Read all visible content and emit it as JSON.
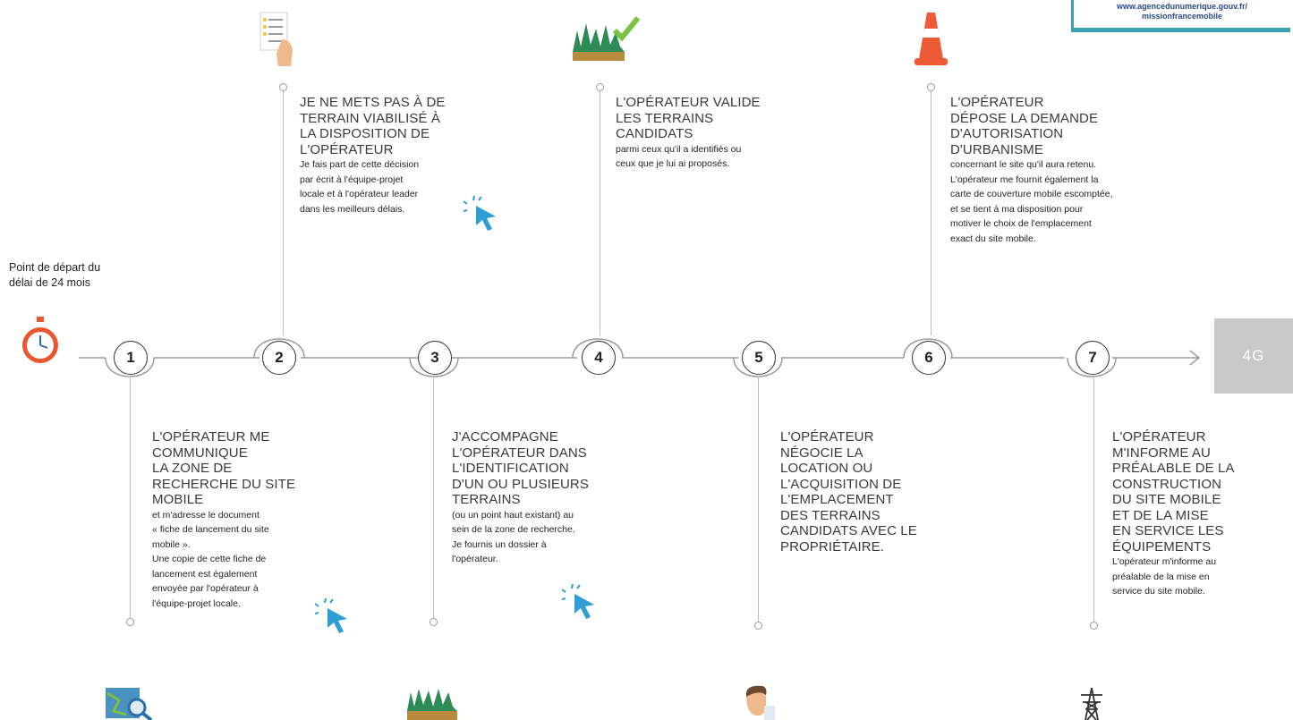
{
  "header": {
    "url_line1": "www.agencedunumerique.gouv.fr/",
    "url_line2": "missionfrancemobile"
  },
  "start": {
    "lines": [
      "Point de départ du",
      "délai de 24 mois"
    ]
  },
  "badge": "4G",
  "steps": [
    {
      "number": "1",
      "title": [
        "L'OPÉRATEUR ME",
        "COMMUNIQUE",
        "LA ZONE DE",
        "RECHERCHE DU SITE",
        "MOBILE"
      ],
      "body": [
        "et m'adresse le document",
        "« fiche de lancement du site",
        "mobile ».",
        "Une copie de cette fiche de",
        "lancement   est   également",
        "envoyée par l'opérateur à",
        "l'équipe-projet locale."
      ]
    },
    {
      "number": "2",
      "title": [
        "JE NE METS PAS À DE",
        "TERRAIN VIABILISÉ À",
        "LA DISPOSITION DE",
        "L'OPÉRATEUR"
      ],
      "body": [
        "Je fais part  de cette décision",
        "par écrit à l'équipe-projet",
        "locale et à l'opérateur leader",
        "dans les meilleurs délais."
      ]
    },
    {
      "number": "3",
      "title": [
        "J'ACCOMPAGNE",
        "L'OPÉRATEUR DANS",
        "L'IDENTIFICATION",
        "D'UN OU PLUSIEURS",
        "TERRAINS"
      ],
      "body": [
        "(ou un point haut existant) au",
        "sein de la zone de recherche.",
        "Je  fournis  un  dossier  à",
        "l'opérateur."
      ]
    },
    {
      "number": "4",
      "title": [
        "L'OPÉRATEUR VALIDE",
        "LES TERRAINS",
        "CANDIDATS"
      ],
      "body": [
        "parmi ceux qu'il a identifiés ou",
        "ceux que je lui ai proposés."
      ]
    },
    {
      "number": "5",
      "title": [
        "L'OPÉRATEUR",
        "NÉGOCIE LA",
        "LOCATION OU",
        "L'ACQUISITION DE",
        "L'EMPLACEMENT",
        "DES TERRAINS",
        "CANDIDATS AVEC LE",
        "PROPRIÉTAIRE."
      ],
      "body": []
    },
    {
      "number": "6",
      "title": [
        "L'OPÉRATEUR",
        "DÉPOSE LA DEMANDE",
        "D'AUTORISATION",
        "D'URBANISME"
      ],
      "body": [
        "concernant  le  site  qu'il  aura  retenu.",
        "L'opérateur  me  fournit  également  la",
        "carte de couverture mobile escomptée,",
        "et  se  tient  à  ma  disposition  pour",
        "motiver  le  choix  de  l'emplacement",
        "exact du site mobile."
      ]
    },
    {
      "number": "7",
      "title": [
        "L'OPÉRATEUR",
        "M'INFORME AU",
        "PRÉALABLE DE LA",
        "CONSTRUCTION",
        "DU SITE MOBILE",
        "ET DE LA MISE",
        "EN SERVICE LES",
        "ÉQUIPEMENTS"
      ],
      "body": [
        "L'opérateur m'informe au",
        "préalable de la mise en",
        "service du site mobile."
      ]
    }
  ]
}
